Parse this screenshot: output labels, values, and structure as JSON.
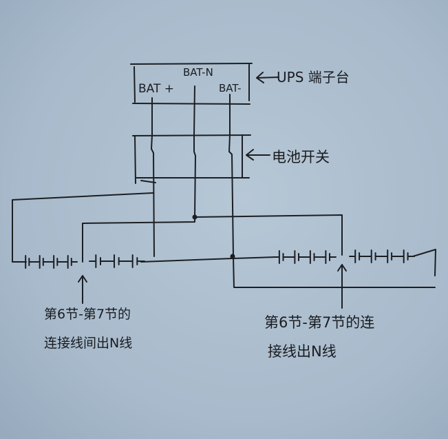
{
  "terminal_block": {
    "label": "UPS 端子台",
    "terminals": [
      "BAT +",
      "BAT-N",
      "BAT-"
    ]
  },
  "battery_switch": {
    "label": "电池开关"
  },
  "notes": {
    "left": [
      "第6节-第7节的",
      "连接线间出N线"
    ],
    "right": [
      "第6节-第7节的连",
      "接线出N线"
    ]
  },
  "colors": {
    "paper": "#aabccd",
    "ink": "#1c1e22"
  }
}
